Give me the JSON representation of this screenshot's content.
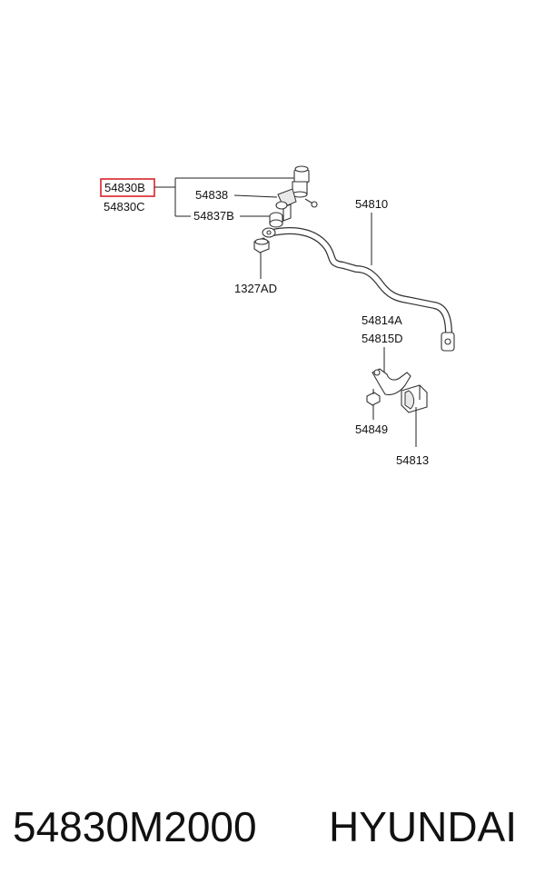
{
  "labels": {
    "highlighted": "54830B",
    "l54830c": "54830C",
    "l54838": "54838",
    "l54837b": "54837B",
    "l54810": "54810",
    "l1327ad": "1327AD",
    "l54814a": "54814A",
    "l54815d": "54815D",
    "l54849": "54849",
    "l54813": "54813"
  },
  "highlight_color": "#d9232a",
  "footer": {
    "part_number": "54830M2000",
    "brand": "HYUNDAI"
  }
}
